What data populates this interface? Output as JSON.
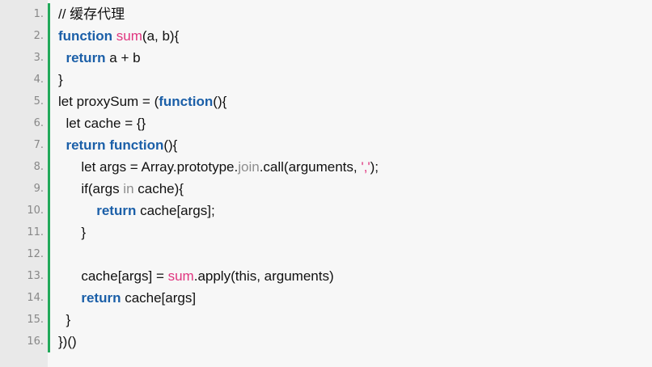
{
  "colors": {
    "background": "#f7f7f7",
    "gutter": "#e9e9e9",
    "gutter_bar": "#22a95a",
    "keyword": "#1b5fa8",
    "function_name": "#e0357f",
    "muted": "#8e8e8e"
  },
  "code": {
    "lines": [
      {
        "n": "1.",
        "tokens": [
          {
            "t": "// 缓存代理",
            "c": ""
          }
        ]
      },
      {
        "n": "2.",
        "tokens": [
          {
            "t": "function",
            "c": "kw"
          },
          {
            "t": " ",
            "c": ""
          },
          {
            "t": "sum",
            "c": "fn"
          },
          {
            "t": "(a, b){",
            "c": ""
          }
        ]
      },
      {
        "n": "3.",
        "tokens": [
          {
            "t": "  ",
            "c": ""
          },
          {
            "t": "return",
            "c": "kw"
          },
          {
            "t": " a + b",
            "c": ""
          }
        ]
      },
      {
        "n": "4.",
        "tokens": [
          {
            "t": "}",
            "c": ""
          }
        ]
      },
      {
        "n": "5.",
        "tokens": [
          {
            "t": "let proxySum = (",
            "c": ""
          },
          {
            "t": "function",
            "c": "kw"
          },
          {
            "t": "(){",
            "c": ""
          }
        ]
      },
      {
        "n": "6.",
        "tokens": [
          {
            "t": "  let cache = {}",
            "c": ""
          }
        ]
      },
      {
        "n": "7.",
        "tokens": [
          {
            "t": "  ",
            "c": ""
          },
          {
            "t": "return",
            "c": "kw"
          },
          {
            "t": " ",
            "c": ""
          },
          {
            "t": "function",
            "c": "kw"
          },
          {
            "t": "(){",
            "c": ""
          }
        ]
      },
      {
        "n": "8.",
        "tokens": [
          {
            "t": "      let args = Array.prototype.",
            "c": ""
          },
          {
            "t": "join",
            "c": "gray"
          },
          {
            "t": ".call(arguments, ",
            "c": ""
          },
          {
            "t": "','",
            "c": "str"
          },
          {
            "t": ");",
            "c": ""
          }
        ]
      },
      {
        "n": "9.",
        "tokens": [
          {
            "t": "      if(args ",
            "c": ""
          },
          {
            "t": "in",
            "c": "gray"
          },
          {
            "t": " cache){",
            "c": ""
          }
        ]
      },
      {
        "n": "10.",
        "tokens": [
          {
            "t": "          ",
            "c": ""
          },
          {
            "t": "return",
            "c": "kw"
          },
          {
            "t": " cache[args];",
            "c": ""
          }
        ]
      },
      {
        "n": "11.",
        "tokens": [
          {
            "t": "      }",
            "c": ""
          }
        ]
      },
      {
        "n": "12.",
        "tokens": []
      },
      {
        "n": "13.",
        "tokens": [
          {
            "t": "      cache[args] = ",
            "c": ""
          },
          {
            "t": "sum",
            "c": "fn"
          },
          {
            "t": ".apply(this, arguments)",
            "c": ""
          }
        ]
      },
      {
        "n": "14.",
        "tokens": [
          {
            "t": "      ",
            "c": ""
          },
          {
            "t": "return",
            "c": "kw"
          },
          {
            "t": " cache[args]",
            "c": ""
          }
        ]
      },
      {
        "n": "15.",
        "tokens": [
          {
            "t": "  }",
            "c": ""
          }
        ]
      },
      {
        "n": "16.",
        "tokens": [
          {
            "t": "})()",
            "c": ""
          }
        ]
      }
    ]
  }
}
